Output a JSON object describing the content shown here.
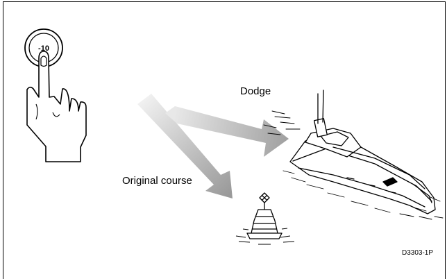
{
  "figure": {
    "button_label": "-10",
    "dodge_label": "Dodge",
    "original_course_label": "Original course",
    "reference_code": "D3303-1P"
  },
  "icons": [
    "hand-pressing-button-icon",
    "motor-yacht-icon",
    "buoy-icon",
    "dodge-arrow-icon",
    "original-course-arrow-icon"
  ],
  "colors": {
    "arrow_light": "#f2f2f2",
    "arrow_dark": "#9a9a9a",
    "ink": "#000000"
  }
}
